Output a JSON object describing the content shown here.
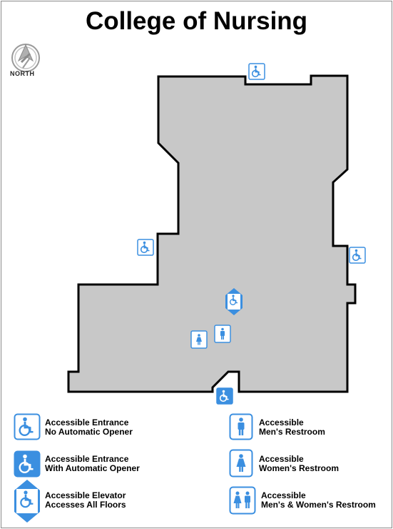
{
  "title": "College of Nursing",
  "compass": {
    "label": "NORTH",
    "icon": "north-arrow-icon"
  },
  "colors": {
    "building_fill": "#c8c8c8",
    "building_stroke": "#000000",
    "accessible_blue": "#3b8fe0"
  },
  "map_markers": [
    {
      "name": "accessible-entrance-north",
      "type": "entrance"
    },
    {
      "name": "accessible-entrance-west",
      "type": "entrance"
    },
    {
      "name": "accessible-entrance-east",
      "type": "entrance"
    },
    {
      "name": "accessible-entrance-south-automatic",
      "type": "entrance-automatic"
    },
    {
      "name": "accessible-elevator",
      "type": "elevator"
    },
    {
      "name": "accessible-womens-restroom",
      "type": "womens"
    },
    {
      "name": "accessible-mens-restroom",
      "type": "mens"
    }
  ],
  "legend": {
    "entrance": {
      "line1": "Accessible Entrance",
      "line2": "No Automatic Opener"
    },
    "entrance_auto": {
      "line1": "Accessible Entrance",
      "line2": "With Automatic Opener"
    },
    "elevator": {
      "line1": "Accessible Elevator",
      "line2": "Accesses All Floors"
    },
    "mens": {
      "line1": "Accessible",
      "line2": "Men's Restroom"
    },
    "womens": {
      "line1": "Accessible",
      "line2": "Women's Restroom"
    },
    "unisex": {
      "line1": "Accessible",
      "line2": "Men's & Women's Restroom"
    }
  }
}
